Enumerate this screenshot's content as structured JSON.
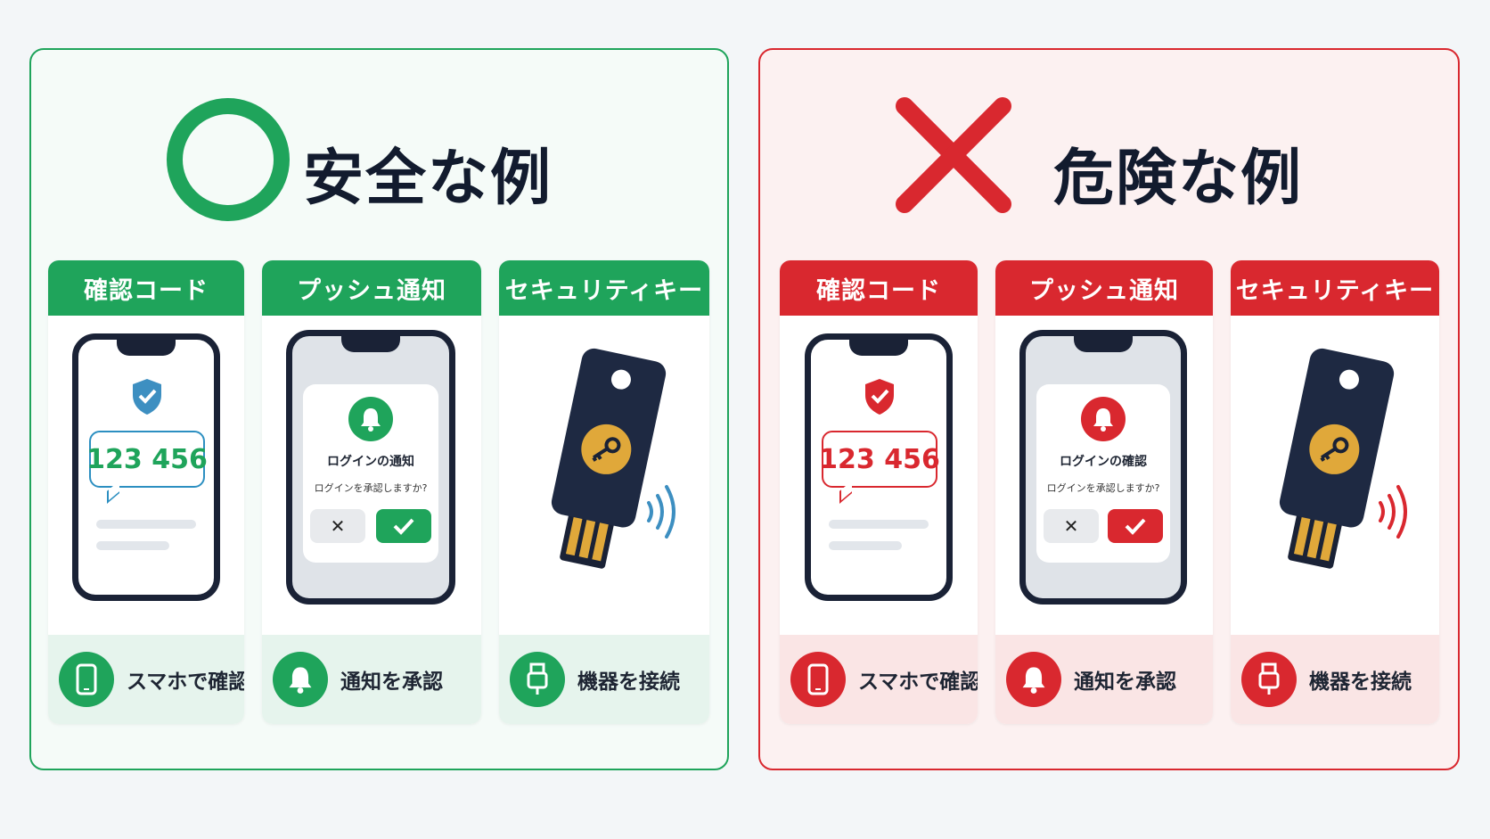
{
  "safe": {
    "title": "安全な例",
    "mark_icon": "circle-mark-icon",
    "accent": "#1fa45b",
    "cards": [
      {
        "title": "確認コード",
        "code": "123 456",
        "footer": "スマホで確認",
        "footer_icon": "smartphone-icon"
      },
      {
        "title": "プッシュ通知",
        "notification_title": "ログインの通知",
        "notification_text": "ログインを承認しますか?",
        "deny_label": "✕",
        "footer": "通知を承認",
        "footer_icon": "bell-icon"
      },
      {
        "title": "セキュリティキー",
        "footer": "機器を接続",
        "footer_icon": "usb-icon"
      }
    ]
  },
  "danger": {
    "title": "危険な例",
    "mark_icon": "cross-mark-icon",
    "accent": "#d9282f",
    "cards": [
      {
        "title": "確認コード",
        "code": "123 456",
        "footer": "スマホで確認",
        "footer_icon": "smartphone-icon"
      },
      {
        "title": "プッシュ通知",
        "notification_title": "ログインの確認",
        "notification_text": "ログインを承認しますか?",
        "deny_label": "✕",
        "footer": "通知を承認",
        "footer_icon": "bell-icon"
      },
      {
        "title": "セキュリティキー",
        "footer": "機器を接続",
        "footer_icon": "usb-icon"
      }
    ]
  }
}
